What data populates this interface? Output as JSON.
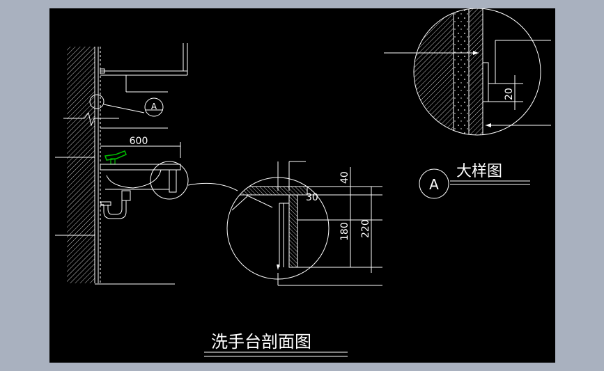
{
  "drawing": {
    "background_color": "#000000",
    "frame_color": "#a9b1bf",
    "line_color": "#ffffff",
    "faucet_color": "#00c000",
    "main_title": "洗手台剖面图",
    "detail_title": "大样图",
    "detail_marker": "A",
    "section_marker": "A",
    "dimensions": {
      "basin_width": "600",
      "thickness": "40",
      "overhang": "30",
      "apron": "180",
      "total": "220",
      "joint": "20"
    }
  }
}
